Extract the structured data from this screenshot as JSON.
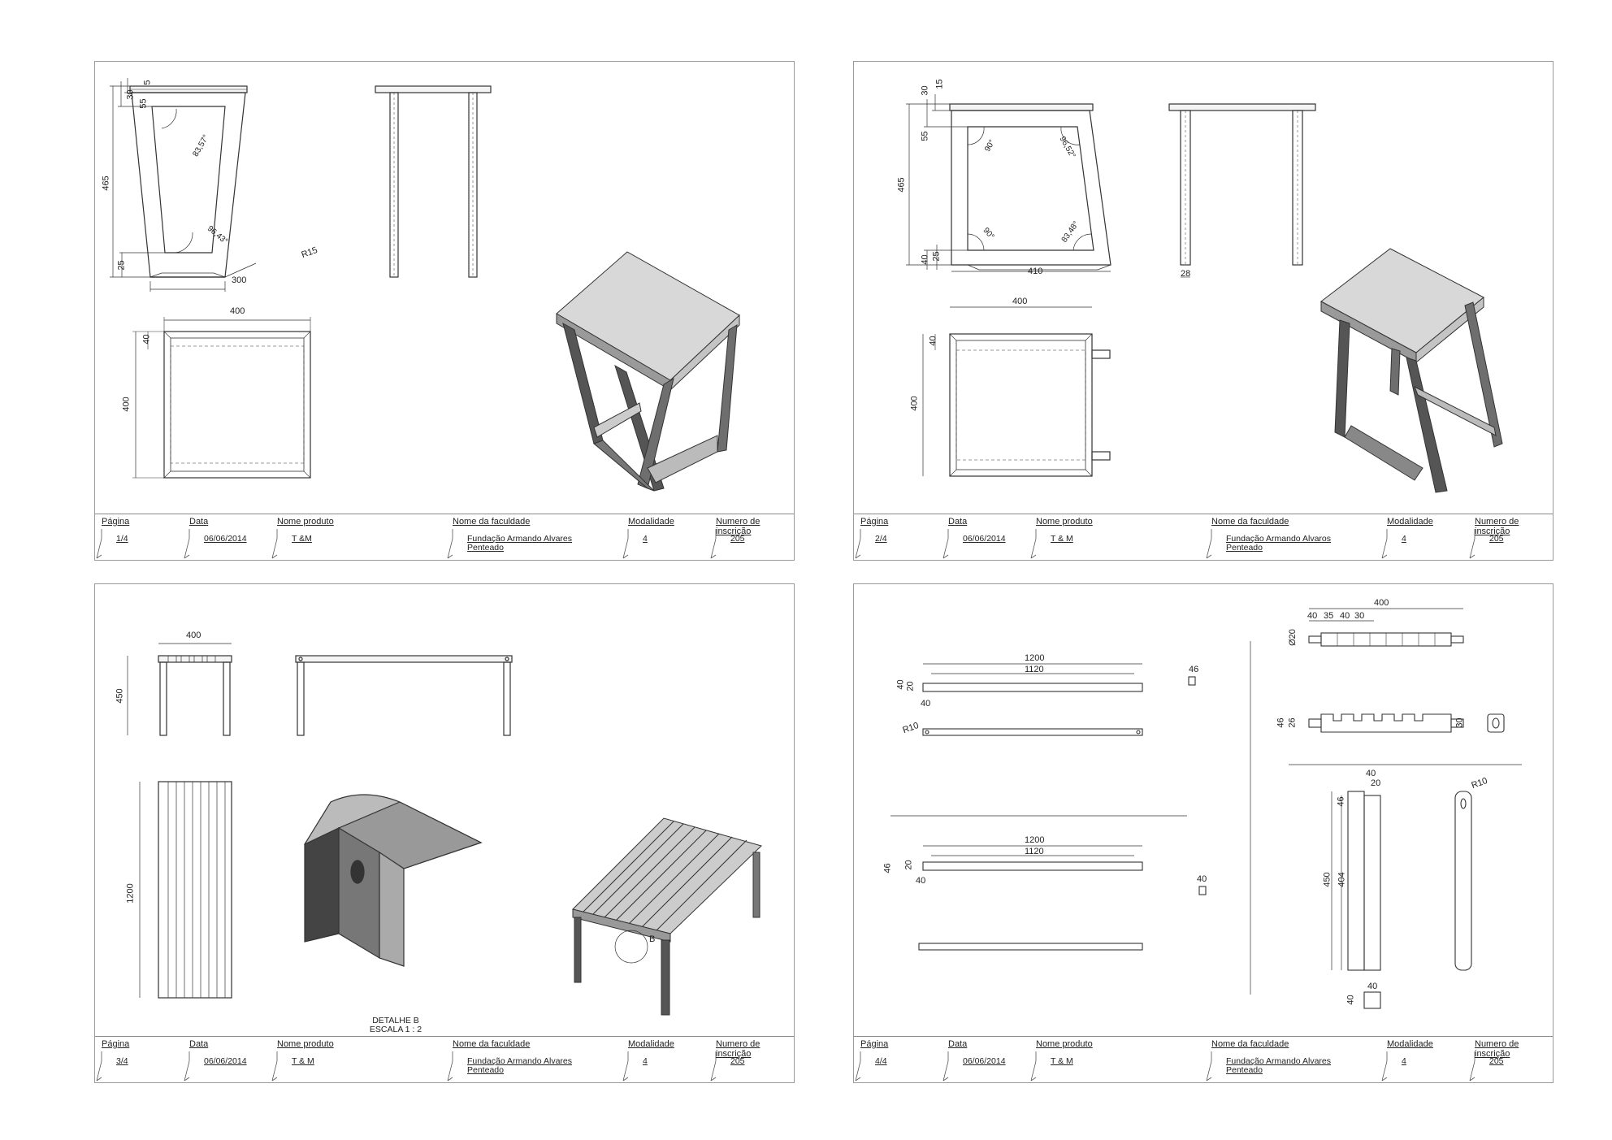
{
  "titleblock_labels": {
    "page": "Página",
    "date": "Data",
    "product": "Nome produto",
    "faculty": "Nome da faculdade",
    "modality": "Modalidade",
    "registration": "Numero de\ninscrição"
  },
  "sheets": [
    {
      "page": "1/4",
      "date": "06/06/2014",
      "product": "T &M",
      "faculty": "Fundação Armando Alvares\nPenteado",
      "modality": "4",
      "registration": "205"
    },
    {
      "page": "2/4",
      "date": "06/06/2014",
      "product": "T & M",
      "faculty": "Fundação Armando Alvaros\nPenteado",
      "modality": "4",
      "registration": "205"
    },
    {
      "page": "3/4",
      "date": "06/06/2014",
      "product": "T & M",
      "faculty": "Fundação Armando Alvares\nPenteado",
      "modality": "4",
      "registration": "205"
    },
    {
      "page": "4/4",
      "date": "06/06/2014",
      "product": "T & M",
      "faculty": "Fundação Armando Alvares\nPenteado",
      "modality": "4",
      "registration": "205"
    }
  ],
  "dims": {
    "s1": {
      "d5": "5",
      "d30": "30",
      "d55": "55",
      "d465": "465",
      "d25": "25",
      "d300": "300",
      "dR15": "R15",
      "a1": "83,57°",
      "a2": "96,43°",
      "d400a": "400",
      "d40": "40",
      "d400b": "400"
    },
    "s2": {
      "d15": "15",
      "d30": "30",
      "d55": "55",
      "d465": "465",
      "d40": "40",
      "d25": "25",
      "d410": "410",
      "a90a": "90°",
      "a96": "96,52°",
      "a90b": "90°",
      "a83": "83,48°",
      "d28": "28",
      "d400a": "400",
      "d40b": "40",
      "d400b": "400"
    },
    "s3": {
      "d400": "400",
      "d450": "450",
      "d1200": "1200",
      "circle": "B",
      "detail": "DETALHE B\nESCALA 1 : 2"
    },
    "s4": {
      "d1200a": "1200",
      "d1120a": "1120",
      "d40a": "40",
      "d20a": "20",
      "d40b": "40",
      "d46a": "46",
      "dR10a": "R10",
      "d1200b": "1200",
      "d1120b": "1120",
      "d46b": "46",
      "d20b": "20",
      "d40c": "40",
      "d40d": "40",
      "d400": "400",
      "d40e": "40",
      "d35": "35",
      "d40f": "40",
      "d30a": "30",
      "dphi": "Ø20",
      "d46c": "46",
      "d26": "26",
      "d30b": "30",
      "d40g": "40",
      "d20c": "20",
      "d46d": "46",
      "d450": "450",
      "d404": "404",
      "dR10b": "R10",
      "d40h": "40",
      "d40i": "40"
    }
  }
}
